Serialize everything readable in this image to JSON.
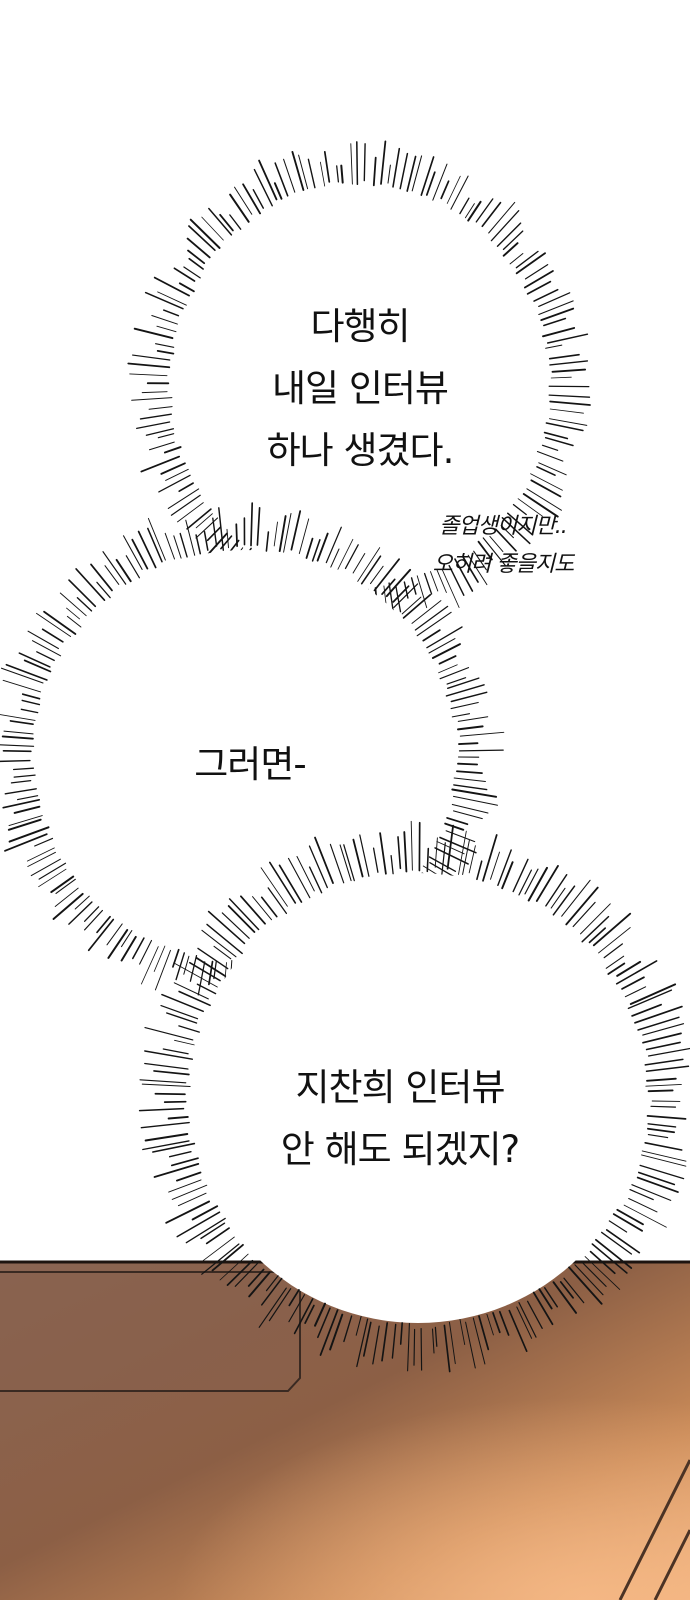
{
  "bubbles": [
    {
      "lines": [
        "다행히",
        "내일 인터뷰",
        "하나 생겼다."
      ]
    },
    {
      "lines": [
        "그러면-"
      ]
    },
    {
      "lines": [
        "지찬희 인터뷰",
        "안 해도 되겠지?"
      ]
    }
  ],
  "aside_note": {
    "lines": [
      "졸업생이지만..",
      "오히려 좋을지도"
    ]
  },
  "colors": {
    "background": "#ffffff",
    "text": "#111111",
    "wood_dark": "#7a5644",
    "wood_mid": "#9a6c4c",
    "wood_light": "#e2a774",
    "wood_edge": "#2b1e18"
  }
}
